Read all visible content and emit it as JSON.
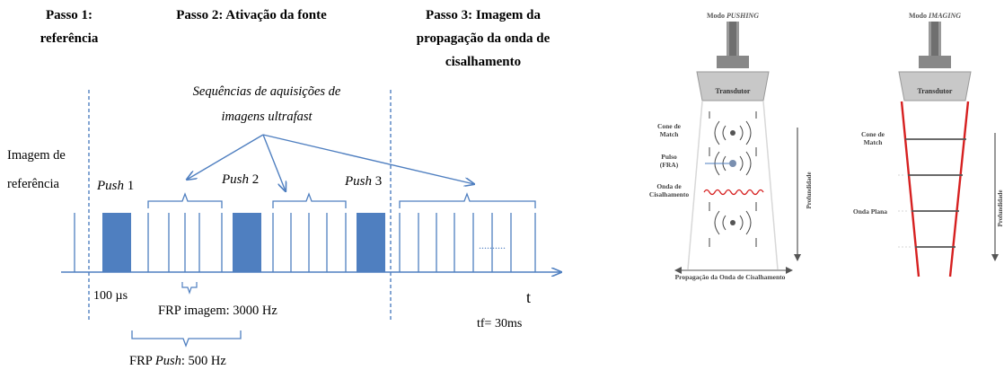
{
  "left_diagram": {
    "step1": "Passo 1: referência",
    "step2": "Passo 2: Ativação da fonte",
    "step3": "Passo 3: Imagem da propagação da onda de cisalhamento",
    "acquisition_label_line1": "Sequências de aquisições de",
    "acquisition_label_line2": "imagens ultrafast",
    "ref_image_line1": "Imagem de",
    "ref_image_line2": "referência",
    "push_word": "Push",
    "push1_num": "1",
    "push2_num": "2",
    "push3_num": "3",
    "pulse_width": "100 µs",
    "frp_image": "FRP imagem: 3000 Hz",
    "frp_push_prefix": "FRP ",
    "frp_push_suffix": ": 500 Hz",
    "time_axis": "t",
    "tf_label": "tf= 30ms",
    "dots": "..........",
    "colors": {
      "line": "#4f7fc0",
      "pulse_fill": "#4f7fc0"
    }
  },
  "pushing_panel": {
    "title_prefix": "Modo ",
    "title_mode": "PUSHING",
    "transducer": "Transdutor",
    "cone_line1": "Cone de",
    "cone_line2": "Match",
    "pulse_line1": "Pulso",
    "pulse_line2": "(FRA)",
    "shear_line1": "Onda de",
    "shear_line2": "Cisalhamento",
    "depth": "Profundidade",
    "propagation": "Propagação da Onda de Cisalhamento"
  },
  "imaging_panel": {
    "title_prefix": "Modo ",
    "title_mode": "IMAGING",
    "transducer": "Transdutor",
    "cone_line1": "Cone de",
    "cone_line2": "Match",
    "plane_wave": "Onda Plana",
    "depth": "Profundidade"
  }
}
